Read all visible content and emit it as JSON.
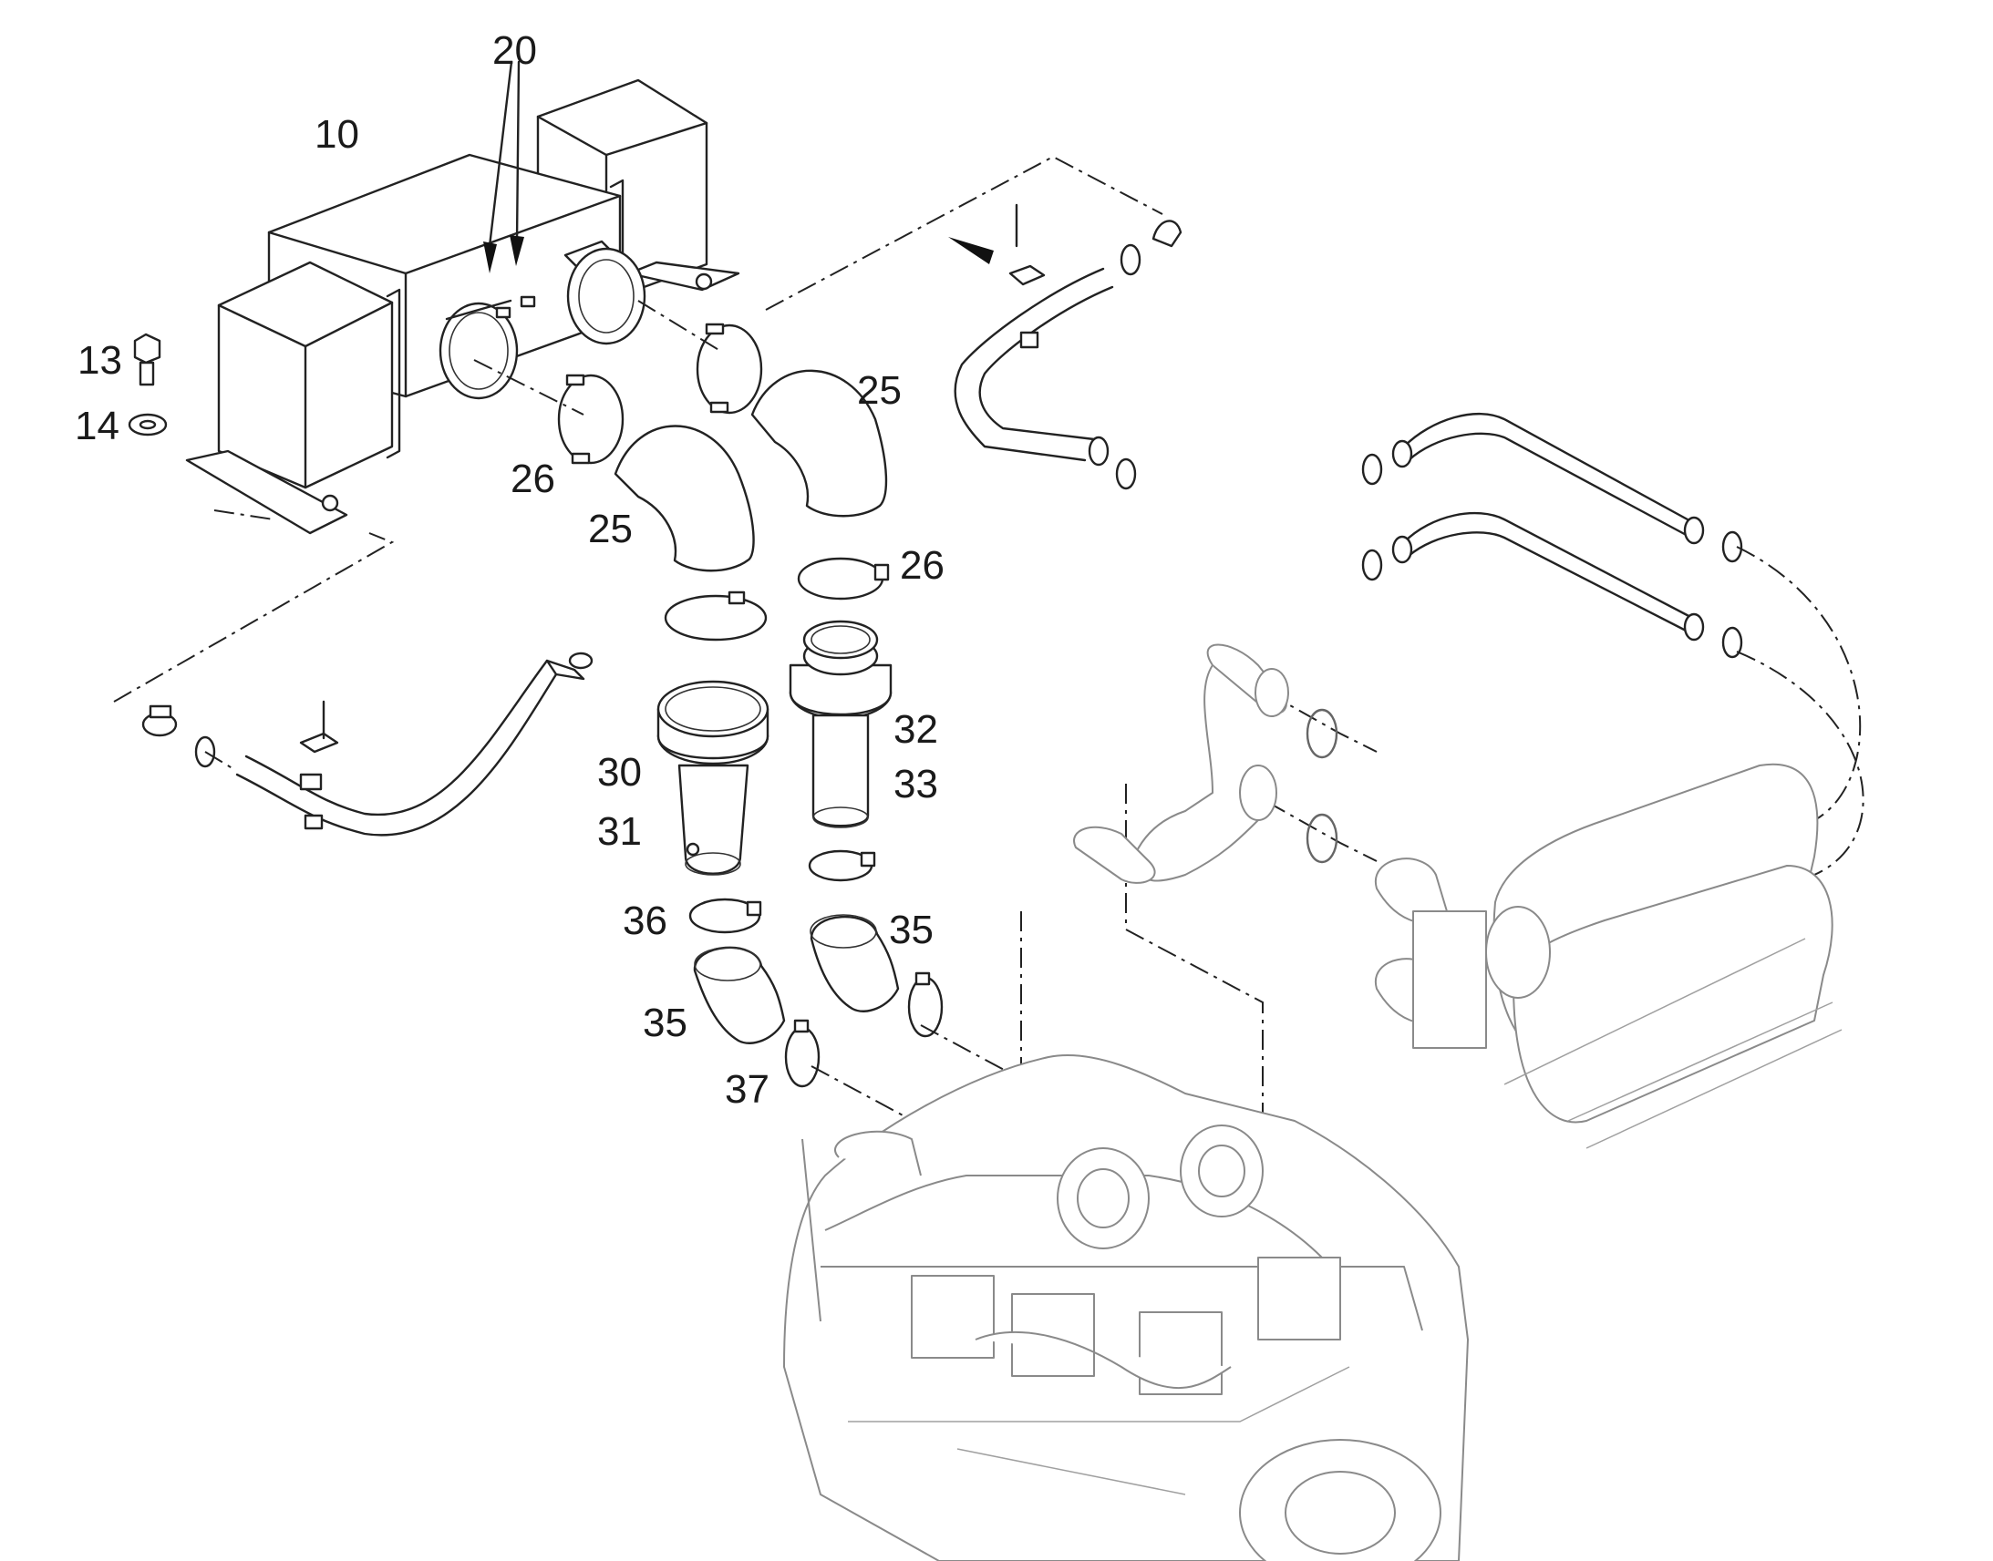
{
  "callouts": {
    "c10": "10",
    "c13": "13",
    "c14": "14",
    "c20": "20",
    "c25a": "25",
    "c25b": "25",
    "c26a": "26",
    "c26b": "26",
    "c30": "30",
    "c31": "31",
    "c32": "32",
    "c33": "33",
    "c35a": "35",
    "c35b": "35",
    "c36": "36",
    "c37": "37"
  },
  "colors": {
    "line": "#222222",
    "ghost": "#8a8a8a",
    "background": "#ffffff"
  }
}
